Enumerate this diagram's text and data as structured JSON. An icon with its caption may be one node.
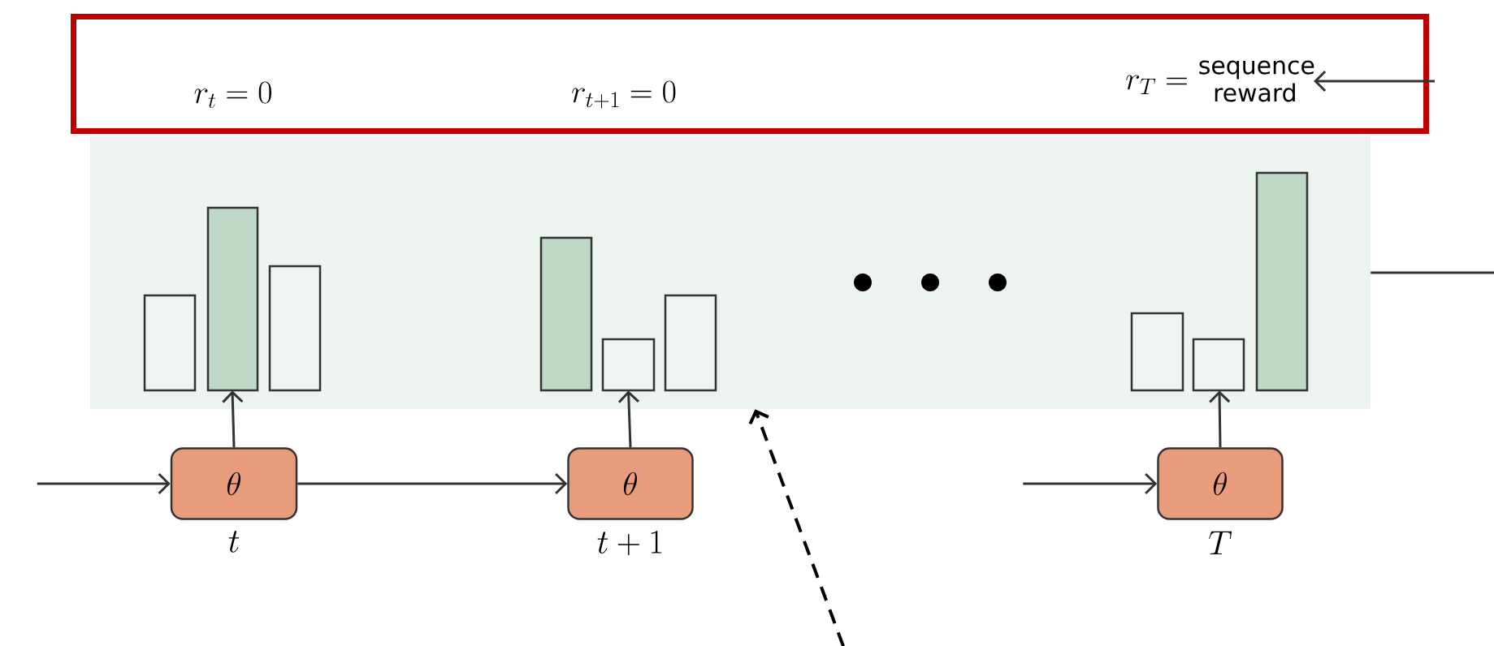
{
  "diagram": {
    "nodes": [
      {
        "text": [],
        "shape": "box"
      },
      {
        "text": [
          "r_t=0"
        ],
        "in": 0
      },
      {
        "text": [
          "r_{t+1}=0"
        ],
        "in": 0
      },
      {
        "text": [
          "r_T=",
          "sequence reward"
        ],
        "in": 0
      },
      {
        "text": [],
        "shape": "box"
      },
      {
        "text": [],
        "shape": "bar",
        "in": 4
      },
      {
        "text": [],
        "shape": "bar",
        "in": 4
      },
      {
        "text": [],
        "shape": "bar",
        "in": 4
      },
      {
        "text": [
          "\\theta"
        ],
        "beside": [
          "t"
        ]
      },
      {
        "text": [
          "\\theta"
        ],
        "beside": [
          "t+1"
        ]
      },
      {
        "text": [
          "\\theta"
        ],
        "beside": [
          "T"
        ]
      }
    ],
    "edges": [
      {
        "from": null,
        "to": 8,
        "arrow": "to"
      },
      {
        "from": 8,
        "to": 9,
        "arrow": "to"
      },
      {
        "from": null,
        "to": 10,
        "arrow": "to"
      },
      {
        "from": 8,
        "to": 5,
        "arrow": "to"
      },
      {
        "from": 9,
        "to": 6,
        "arrow": "to"
      },
      {
        "from": 10,
        "to": 7,
        "arrow": "to"
      },
      {
        "from": null,
        "to": 3,
        "arrow": "to"
      },
      {
        "from": 4,
        "to": null,
        "arrow": "none"
      },
      {
        "from": null,
        "to": 4,
        "arrow": "to",
        "style": "dashed"
      }
    ]
  }
}
